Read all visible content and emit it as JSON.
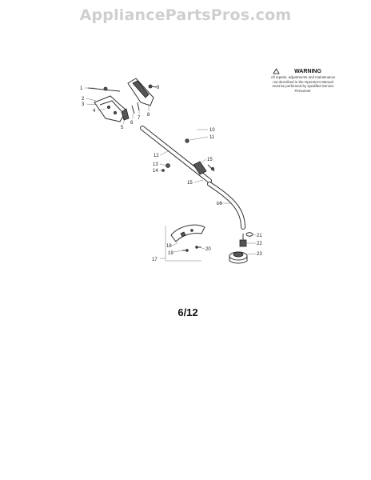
{
  "watermark": "AppliancePartsPros.com",
  "warning": {
    "title": "WARNING",
    "text": "All repairs, adjustments and maintenance not described in the Operator's Manual must be performed by Qualified Service Personnel."
  },
  "page_number": "6/12",
  "callouts": [
    "1",
    "2",
    "3",
    "4",
    "5",
    "6",
    "7",
    "8",
    "9",
    "10",
    "11",
    "12",
    "13",
    "14",
    "15",
    "15",
    "16",
    "17",
    "18",
    "19",
    "20",
    "21",
    "22",
    "23"
  ]
}
